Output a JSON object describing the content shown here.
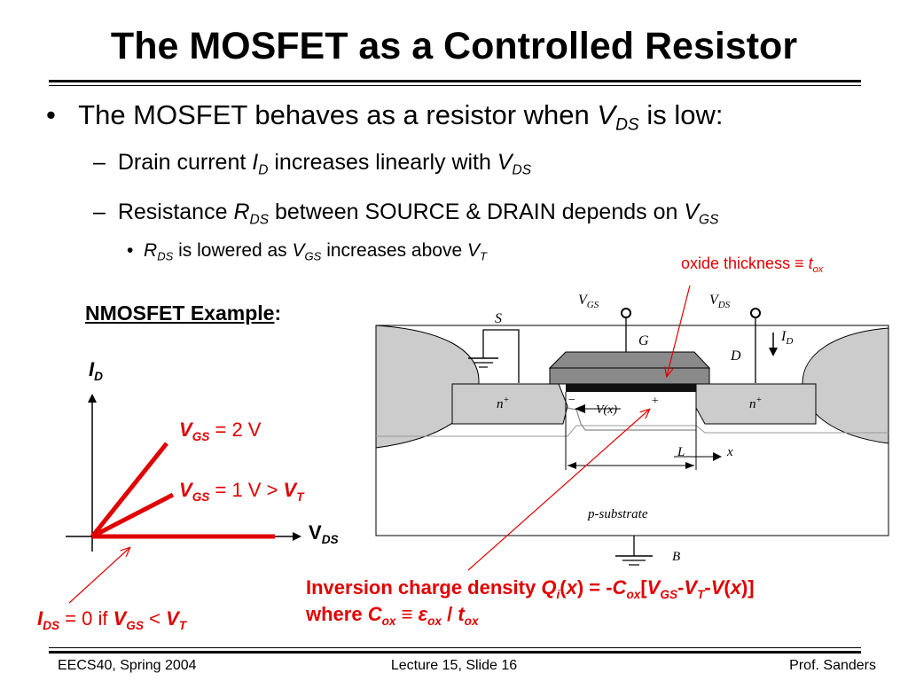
{
  "title": "The MOSFET as a Controlled Resistor",
  "bullets": {
    "b1_marker": "•",
    "b1_pre": "The MOSFET behaves as a resistor when ",
    "b1_var": "V",
    "b1_sub": "DS",
    "b1_post": " is low:",
    "b2_marker": "–",
    "b2_pre": "Drain current ",
    "b2_var1": "I",
    "b2_sub1": "D",
    "b2_mid": " increases linearly with ",
    "b2_var2": "V",
    "b2_sub2": "DS",
    "b3_marker": "–",
    "b3_pre": "Resistance ",
    "b3_var1": "R",
    "b3_sub1": "DS",
    "b3_mid": " between SOURCE & DRAIN depends on ",
    "b3_var2": "V",
    "b3_sub2": "GS",
    "b4_marker": "•",
    "b4_var1": "R",
    "b4_sub1": "DS",
    "b4_mid": " is lowered as ",
    "b4_var2": "V",
    "b4_sub2": "GS",
    "b4_mid2": " increases above ",
    "b4_var3": "V",
    "b4_sub3": "T"
  },
  "oxide": {
    "pre": "oxide thickness ≡ ",
    "var": "t",
    "sub": "ox"
  },
  "example": {
    "label": "NMOSFET Example",
    "colon": ":"
  },
  "graph": {
    "y_var": "I",
    "y_sub": "D",
    "x_var": "V",
    "x_sub": "DS",
    "line_hi_var": "V",
    "line_hi_sub": "GS",
    "line_hi_rest": " = 2 V",
    "line_lo_var": "V",
    "line_lo_sub": "GS",
    "line_lo_rest": " = 1 V > ",
    "line_lo_var2": "V",
    "line_lo_sub2": "T",
    "ids_var": "I",
    "ids_sub": "DS",
    "ids_mid": " = 0 if ",
    "ids_var2": "V",
    "ids_sub2": "GS",
    "ids_lt": " < ",
    "ids_var3": "V",
    "ids_sub3": "T"
  },
  "device": {
    "vgs": "V",
    "vgs_sub": "GS",
    "vds": "V",
    "vds_sub": "DS",
    "s": "S",
    "g": "G",
    "d": "D",
    "id": "I",
    "id_sub": "D",
    "n1": "n",
    "n1_sup": "+",
    "n2": "n",
    "n2_sup": "+",
    "minus": "−",
    "vx": "V(x)",
    "plus": "+",
    "l": "L",
    "x": "x",
    "substrate": "p-substrate",
    "b": "B"
  },
  "inversion": {
    "l1_a": "Inversion charge density ",
    "l1_q": "Q",
    "l1_qsub": "i",
    "l1_b": "(",
    "l1_x": "x",
    "l1_c": ") = -",
    "l1_cvar": "C",
    "l1_csub": "ox",
    "l1_d": "[",
    "l1_v1": "V",
    "l1_v1sub": "GS",
    "l1_e": "-",
    "l1_v2": "V",
    "l1_v2sub": "T",
    "l1_f": "-",
    "l1_v3": "V",
    "l1_g": "(",
    "l1_x2": "x",
    "l1_h": ")]",
    "l2_a": "where ",
    "l2_c": "C",
    "l2_csub": "ox",
    "l2_b": " ≡ ",
    "l2_eps": "ε",
    "l2_epssub": "ox",
    "l2_slash": " / ",
    "l2_t": "t",
    "l2_tsub": "ox"
  },
  "footer": {
    "left": "EECS40, Spring 2004",
    "center": "Lecture 15, Slide 16",
    "right": "Prof. Sanders"
  },
  "colors": {
    "accent_red": "#e00000",
    "gate_gray": "#8a8a8a",
    "region_gray": "#cccccc"
  }
}
